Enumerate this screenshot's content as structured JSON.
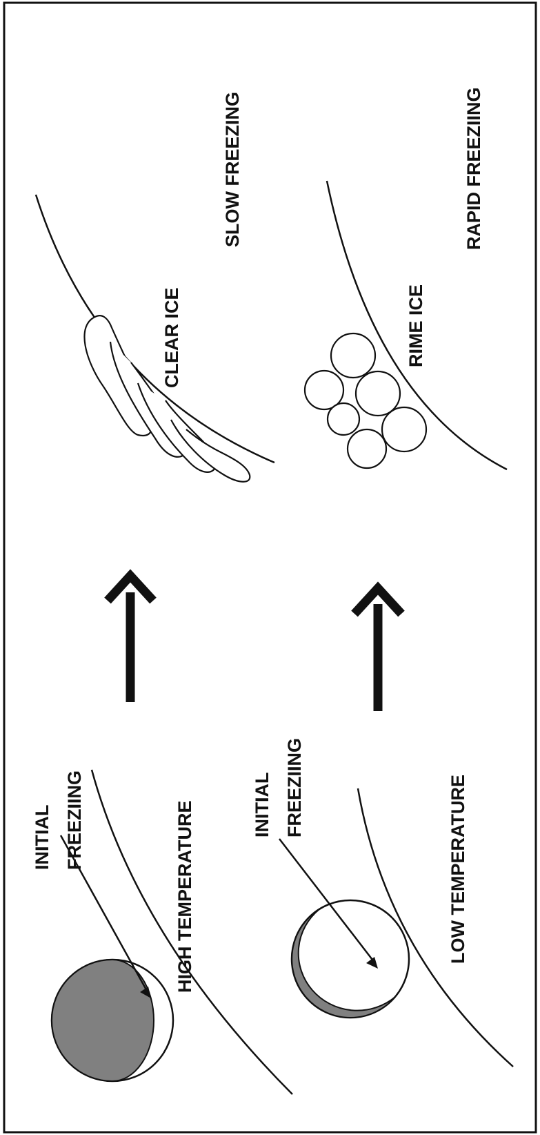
{
  "colors": {
    "ink": "#111111",
    "frozen_fill": "#808080",
    "background": "#ffffff"
  },
  "labels": {
    "initial_freezing_top_line1": "INITIAL",
    "initial_freezing_top_line2": "FREEZIING",
    "high_temperature": "HIGH TEMPERATURE",
    "initial_freezing_bottom_line1": "INITIAL",
    "initial_freezing_bottom_line2": "FREEZIING",
    "low_temperature": "LOW TEMPERATURE",
    "clear_ice": "CLEAR ICE",
    "slow_freezing": "SLOW FREEZING",
    "rime_ice": "RIME ICE",
    "rapid_freezing": "RAPID FREEZIING"
  }
}
